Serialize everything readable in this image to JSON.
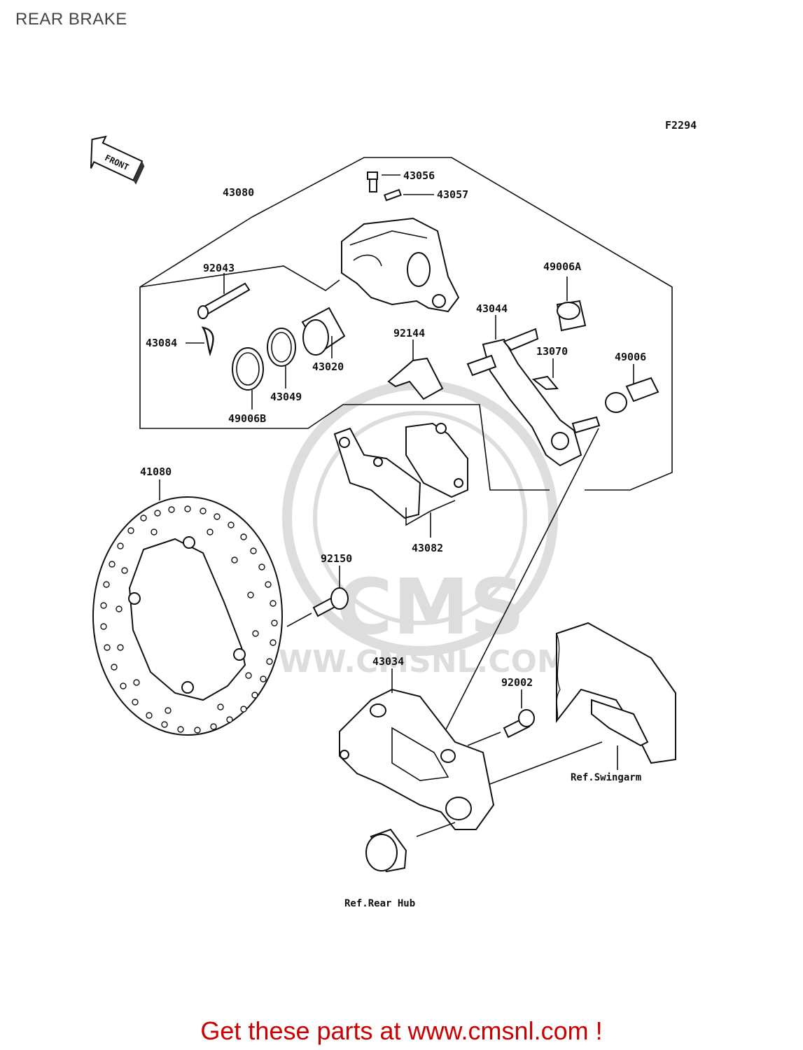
{
  "page": {
    "title": "REAR BRAKE",
    "promo": "Get these parts at www.cmsnl.com !",
    "promo_color": "#cc0000"
  },
  "diagram": {
    "figure_code": "F2294",
    "front_arrow_label": "FRONT",
    "watermark_text": "WWW.CMSNL.COM",
    "watermark_logo": "CMS",
    "parts": {
      "p43080": "43080",
      "p43056": "43056",
      "p43057": "43057",
      "p92043": "92043",
      "p43084": "43084",
      "p43020": "43020",
      "p43049": "43049",
      "p49006B": "49006B",
      "p92144": "92144",
      "p43044": "43044",
      "p49006A": "49006A",
      "p13070": "13070",
      "p49006": "49006",
      "p41080": "41080",
      "p43082": "43082",
      "p92150": "92150",
      "p43034": "43034",
      "p92002": "92002"
    },
    "refs": {
      "swingarm": "Ref.Swingarm",
      "rear_hub": "Ref.Rear Hub"
    }
  }
}
